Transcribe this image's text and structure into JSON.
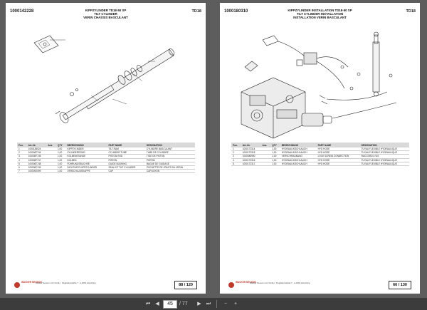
{
  "pages": [
    {
      "page_number": "1000142228",
      "type_code": "TD18",
      "titles": [
        "KIPPZYLINDER TD18-50 SP",
        "TILT CYLINDER",
        "VERIN CHASSIS BASCULANT"
      ],
      "table": {
        "headers": [
          "Pos.",
          "Art.-Nr.",
          "Anz.",
          "QTY",
          "BEZEICHNUNG",
          "PART NAME",
          "DESIGNATION"
        ],
        "rows": [
          [
            "1",
            "1000138024",
            "",
            "1,00",
            "KIPPZYLINDER",
            "TILT RAM",
            "CYLINDRE BASCULANT"
          ],
          [
            "2",
            "1000087744",
            "",
            "1,00",
            "ZYLINDERROHR",
            "CYLINDER TUBE",
            "TUBE DE CYLINDRE"
          ],
          [
            "3",
            "1000087745",
            "",
            "1,00",
            "KOLBENSTANGE",
            "PISTON ROD",
            "TIGE DE PISTON"
          ],
          [
            "4",
            "1000087747",
            "",
            "1,00",
            "KOLBEN",
            "PISTON",
            "PISTON"
          ],
          [
            "5",
            "1000087748",
            "",
            "1,00",
            "FÜHRUNGSBUCHSE",
            "GUIDE BUSHING",
            "BAGUE DE GUIDAGE"
          ],
          [
            "6",
            "1000087749",
            "",
            "1,00",
            "DICHTSATZ KIPPZYLINDER",
            "SEAL KIT TILT CYLINDER",
            "POCHETTE DE JOINTS DU VERIN"
          ],
          [
            "7",
            "1000092099",
            "",
            "1,00",
            "VERSCHLUSSKAPPE",
            "CAP",
            "CAPUCHON"
          ]
        ]
      },
      "footer": {
        "brand": "WACKER NEUSON",
        "address": "Wacker Neuson Linz GmbH · Flughafenstraße 7 · A-4063 Hörsching",
        "page_box": "88 / 120"
      }
    },
    {
      "page_number": "1000180310",
      "type_code": "TD18",
      "titles": [
        "KIPPZYLINDER INSTALLATION TD18-50 SP",
        "TILT CYLINDER INSTALLATION",
        "INSTALLATION VERIN BASCULANT"
      ],
      "table": {
        "headers": [
          "Pos.",
          "Art.-Nr.",
          "Anz.",
          "QTY",
          "BEZEICHNUNG",
          "PART NAME",
          "DESIGNATION"
        ],
        "rows": [
          [
            "1",
            "1000172314",
            "",
            "1,00",
            "HYDRAULIKSCHLAUCH",
            "HYD HOSE",
            "TUYAU FLEXIBLE HYDRAULIQUE"
          ],
          [
            "2",
            "1000172315",
            "",
            "1,00",
            "HYDRAULIKSCHLAUCH",
            "HYD HOSE",
            "TUYAU FLEXIBLE HYDRAULIQUE"
          ],
          [
            "3",
            "1000083990",
            "",
            "1,00",
            "VERSCHRAUBUNG",
            "LOCK SCREW CONNECTION",
            "RACCORD A VIS"
          ],
          [
            "4",
            "1000172316",
            "",
            "1,00",
            "HYDRAULIKSCHLAUCH",
            "HYD HOSE",
            "TUYAU FLEXIBLE HYDRAULIQUE"
          ],
          [
            "5",
            "1000172317",
            "",
            "1,00",
            "HYDRAULIKSCHLAUCH",
            "HYD HOSE",
            "TUYAU FLEXIBLE HYDRAULIQUE"
          ]
        ]
      },
      "footer": {
        "brand": "WACKER NEUSON",
        "address": "Wacker Neuson Linz GmbH · Flughafenstraße 7 · A-4063 Hörsching",
        "page_box": "66 / 130"
      }
    }
  ],
  "toolbar": {
    "current_page": "45",
    "total_pages": "/ 77",
    "icons": [
      "first-page-icon",
      "prev-page-icon",
      "next-page-icon",
      "last-page-icon",
      "zoom-out-icon",
      "zoom-in-icon"
    ]
  }
}
